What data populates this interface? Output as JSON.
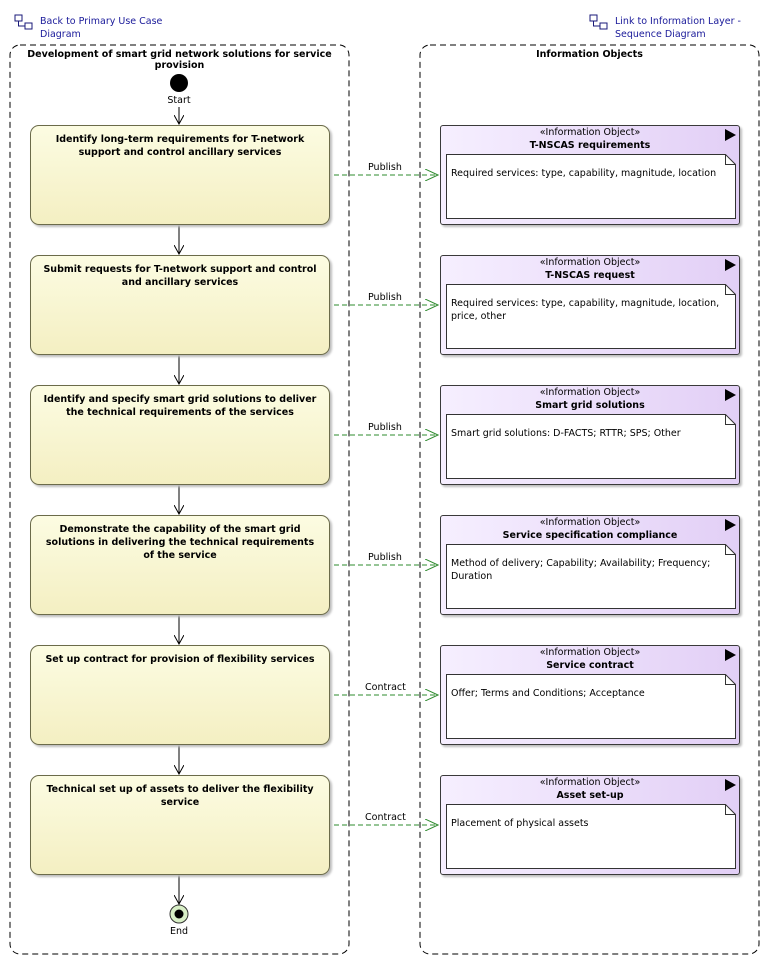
{
  "links": {
    "back": "Back to Primary Use Case\nDiagram",
    "forward": "Link to Information Layer -\nSequence Diagram"
  },
  "partitions": {
    "left_title": "Development of smart grid network solutions for service provision",
    "right_title": "Information Objects"
  },
  "nodes": {
    "start": "Start",
    "end": "End"
  },
  "actions": [
    {
      "text": "Identify long-term requirements for T-network support and control ancillary services"
    },
    {
      "text": "Submit requests for  T-network support and control and ancillary services"
    },
    {
      "text": "Identify and specify smart grid solutions to deliver the technical requirements of the services"
    },
    {
      "text": "Demonstrate the capability of the smart grid solutions in delivering the technical requirements of the service"
    },
    {
      "text": "Set up contract for provision of flexibility services"
    },
    {
      "text": "Technical set up of assets to deliver the flexibility service"
    }
  ],
  "flows": [
    {
      "label": "Publish"
    },
    {
      "label": "Publish"
    },
    {
      "label": "Publish"
    },
    {
      "label": "Publish"
    },
    {
      "label": "Contract"
    },
    {
      "label": "Contract"
    }
  ],
  "objects": [
    {
      "stereotype": "«Information Object»",
      "name": "T-NSCAS requirements",
      "note": "Required services: type, capability, magnitude, location"
    },
    {
      "stereotype": "«Information Object»",
      "name": "T-NSCAS request",
      "note": "Required services: type, capability, magnitude, location, price, other"
    },
    {
      "stereotype": "«Information Object»",
      "name": "Smart grid solutions",
      "note": "Smart grid solutions: D-FACTS; RTTR; SPS; Other"
    },
    {
      "stereotype": "«Information Object»",
      "name": "Service specification compliance",
      "note": "Method of delivery; Capability; Availability; Frequency; Duration"
    },
    {
      "stereotype": "«Information Object»",
      "name": "Service contract",
      "note": "Offer; Terms and Conditions; Acceptance"
    },
    {
      "stereotype": "«Information Object»",
      "name": "Asset set-up",
      "note": "Placement of physical assets"
    }
  ],
  "colors": {
    "action_fill": "#f6f1c8",
    "object_fill": "#e6d6f8",
    "flow_line": "#2e8b2e",
    "link_text": "#1a1a9a"
  }
}
